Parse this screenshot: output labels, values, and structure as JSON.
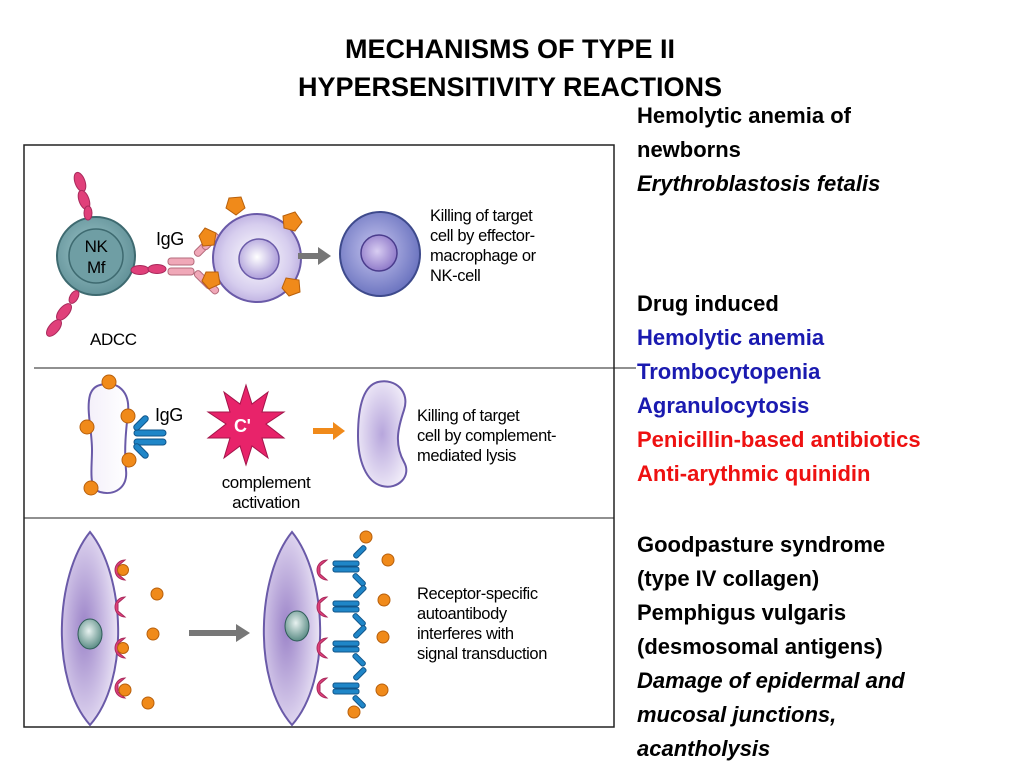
{
  "title": {
    "line1": "MECHANISMS OF TYPE II",
    "line2": "HYPERSENSITIVITY REACTIONS"
  },
  "panel1": {
    "nk_line1": "NK",
    "nk_line2": "Mf",
    "igg": "IgG",
    "adcc": "ADCC",
    "desc": [
      "Killing of target",
      "cell by effector-",
      "macrophage or",
      "NK-cell"
    ]
  },
  "panel2": {
    "igg": "IgG",
    "complement_symbol": "C'",
    "complement_label": [
      "complement",
      "activation"
    ],
    "desc": [
      "Killing of target",
      "cell by complement-",
      "mediated lysis"
    ]
  },
  "panel3": {
    "desc": [
      "Receptor-specific",
      "autoantibody",
      "interferes with",
      "signal transduction"
    ]
  },
  "sidebar": {
    "group1": {
      "line1": "Hemolytic anemia of",
      "line2": "newborns",
      "line3": "Erythroblastosis fetalis"
    },
    "group2": {
      "heading": "Drug induced",
      "blue_items": [
        "Hemolytic anemia",
        "Trombocytopenia",
        "Agranulocytosis"
      ],
      "red_items": [
        "Penicillin-based antibiotics",
        "Anti-arythmic quinidin"
      ]
    },
    "group3": {
      "lines": [
        "Goodpasture syndrome",
        "(type IV collagen)",
        "Pemphigus vulgaris",
        "(desmosomal antigens)"
      ],
      "italic_lines": [
        "Damage of epidermal and",
        "mucosal junctions,",
        "acantholysis"
      ]
    }
  },
  "colors": {
    "orange": "#f08a1a",
    "pink": "#e0407a",
    "igg_light": "#f0a8b8",
    "antibody_blue": "#1f86c8",
    "complement_star": "#e8236a",
    "nk_cell": "#6f9ea4",
    "target_cell": "#c9bfe6",
    "blue_text": "#1a1ab0",
    "red_text": "#ee1111"
  }
}
